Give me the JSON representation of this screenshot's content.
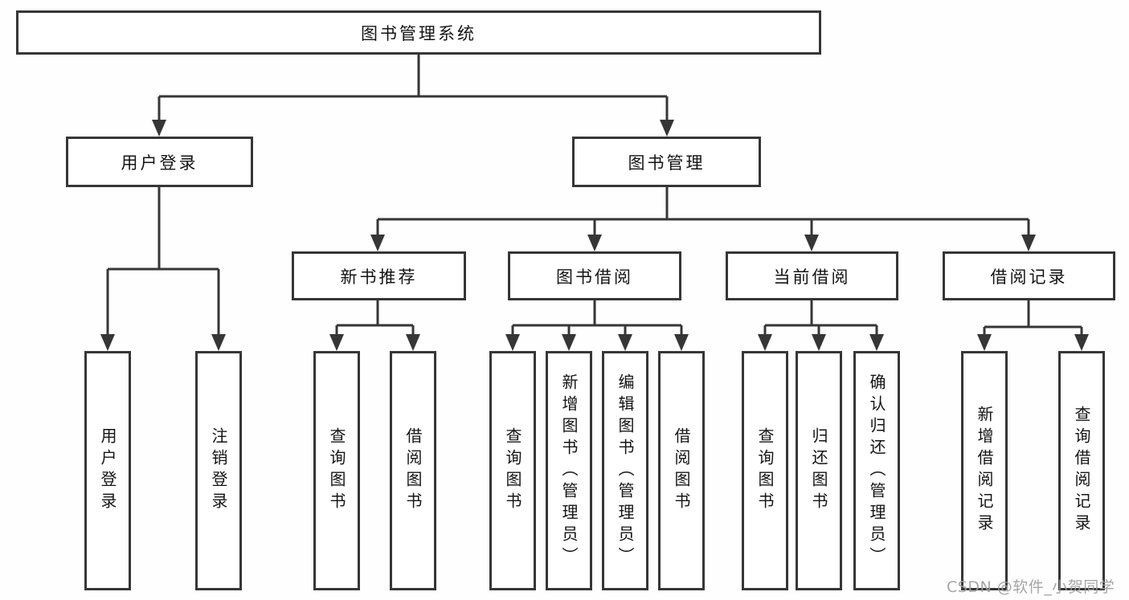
{
  "diagram": {
    "root": "图书管理系统",
    "branches": {
      "user_login": {
        "label": "用户登录",
        "children": [
          "用户登录",
          "注销登录"
        ]
      },
      "book_management": {
        "label": "图书管理",
        "sections": {
          "new_book_recommendation": {
            "label": "新书推荐",
            "children": [
              "查询图书",
              "借阅图书"
            ]
          },
          "book_borrowing": {
            "label": "图书借阅",
            "children": [
              "查询图书",
              "新增图书（管理员）",
              "编辑图书（管理员）",
              "借阅图书"
            ]
          },
          "current_borrowing": {
            "label": "当前借阅",
            "children": [
              "查询图书",
              "归还图书",
              "确认归还（管理员）"
            ]
          },
          "borrowing_records": {
            "label": "借阅记录",
            "children": [
              "新增借阅记录",
              "查询借阅记录"
            ]
          }
        }
      }
    },
    "style": {
      "line_color": "#363636",
      "watermark_color": "#9e9e9e"
    }
  },
  "watermark": "CSDN @软件_小贺同学"
}
